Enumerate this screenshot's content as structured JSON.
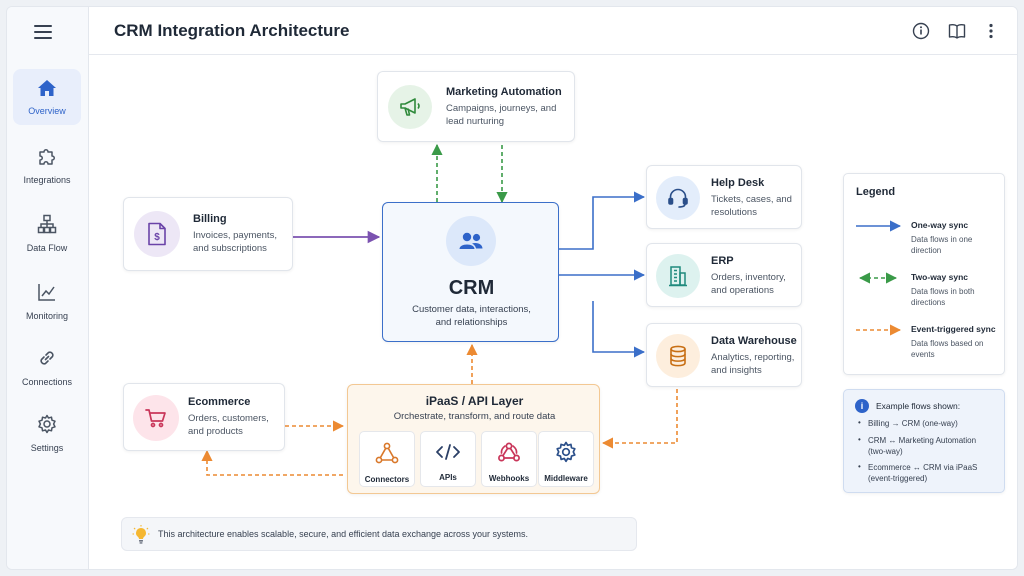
{
  "header": {
    "title": "CRM Integration Architecture",
    "info_icon": "info-icon",
    "book_icon": "book-icon",
    "more_icon": "more-vertical-icon"
  },
  "sidebar": {
    "menu_icon": "hamburger-menu-icon",
    "items": [
      {
        "label": "Overview",
        "icon": "home-icon",
        "active": true
      },
      {
        "label": "Integrations",
        "icon": "puzzle-icon",
        "active": false
      },
      {
        "label": "Data Flow",
        "icon": "hierarchy-icon",
        "active": false
      },
      {
        "label": "Monitoring",
        "icon": "line-chart-icon",
        "active": false
      },
      {
        "label": "Connections",
        "icon": "link-icon",
        "active": false
      },
      {
        "label": "Settings",
        "icon": "gear-icon",
        "active": false
      }
    ]
  },
  "diagram": {
    "marketing": {
      "title": "Marketing Automation",
      "desc": "Campaigns, journeys, and lead nurturing",
      "icon": "megaphone-icon"
    },
    "billing": {
      "title": "Billing",
      "desc": "Invoices, payments, and subscriptions",
      "icon": "invoice-icon"
    },
    "crm": {
      "title": "CRM",
      "desc": "Customer data, interactions, and relationships",
      "icon": "users-icon"
    },
    "helpdesk": {
      "title": "Help Desk",
      "desc": "Tickets, cases, and resolutions",
      "icon": "headset-icon"
    },
    "erp": {
      "title": "ERP",
      "desc": "Orders, inventory, and operations",
      "icon": "building-icon"
    },
    "warehouse": {
      "title": "Data Warehouse",
      "desc": "Analytics, reporting, and insights",
      "icon": "database-icon"
    },
    "ecommerce": {
      "title": "Ecommerce",
      "desc": "Orders, customers, and products",
      "icon": "cart-icon"
    },
    "ipaas": {
      "title": "iPaaS / API Layer",
      "desc": "Orchestrate, transform, and route data",
      "components": [
        {
          "label": "Connectors",
          "icon": "connectors-icon"
        },
        {
          "label": "APIs",
          "icon": "code-icon"
        },
        {
          "label": "Webhooks",
          "icon": "webhook-icon"
        },
        {
          "label": "Middleware",
          "icon": "cog-icon"
        }
      ]
    }
  },
  "legend": {
    "title": "Legend",
    "items": [
      {
        "name": "One-way sync",
        "desc": "Data flows in one direction",
        "color": "#3b6fc9"
      },
      {
        "name": "Two-way sync",
        "desc": "Data flows in both directions",
        "color": "#3a9a48"
      },
      {
        "name": "Event-triggered sync",
        "desc": "Data flows based on events",
        "color": "#ec8a32"
      }
    ]
  },
  "examples": {
    "title": "Example flows shown:",
    "items": [
      "Billing → CRM (one-way)",
      "CRM ↔ Marketing Automation (two-way)",
      "Ecommerce ↔ CRM via iPaaS (event-triggered)"
    ]
  },
  "footer_note": {
    "text": "This architecture enables scalable, secure, and efficient data exchange across your systems.",
    "icon": "lightbulb-icon"
  },
  "colors": {
    "accent": "#2e63c9",
    "one_way": "#3b6fc9",
    "two_way": "#3a9a48",
    "event": "#ec8a32",
    "billing_arrow": "#7b52b0"
  }
}
